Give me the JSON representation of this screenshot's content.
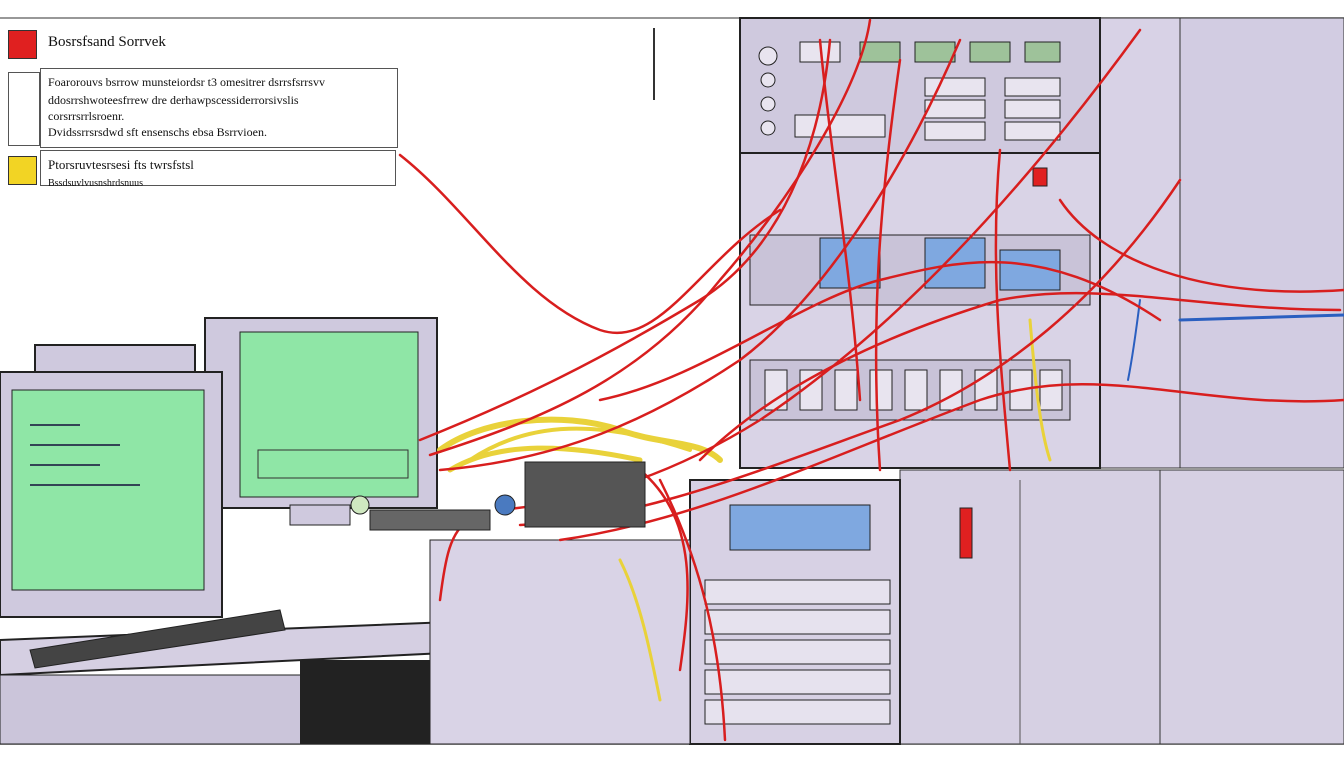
{
  "legend": {
    "items": [
      {
        "color": "#e02020",
        "title": "Bosrsfsand Sorrvek",
        "lines": []
      },
      {
        "color": "#ffffff",
        "title": "",
        "lines": [
          "Foarorouvs bsrrow  munsteiordsr t3 omesitrer dsrrsfsrrsvv",
          "ddosrrshwoteesfrrew dre derhawpscessiderrorsivslis",
          "corsrrsrrlsroenr.",
          "Dvidssrrsrsdwd sft ensenschs ebsa Bsrrvioen."
        ]
      },
      {
        "color": "#f2d424",
        "title": "Ptorsruvtesrsesi fts twrsfstsl",
        "lines": [
          "Bssdsuvlvusnshrdsnuus"
        ]
      }
    ]
  },
  "colors": {
    "cable_red": "#d81e1e",
    "cable_yellow": "#e9d23a",
    "cable_blue": "#2a5fc0",
    "rack_fill": "#d6d0e2",
    "screen_green": "#8fe6a6",
    "outline": "#222222"
  }
}
